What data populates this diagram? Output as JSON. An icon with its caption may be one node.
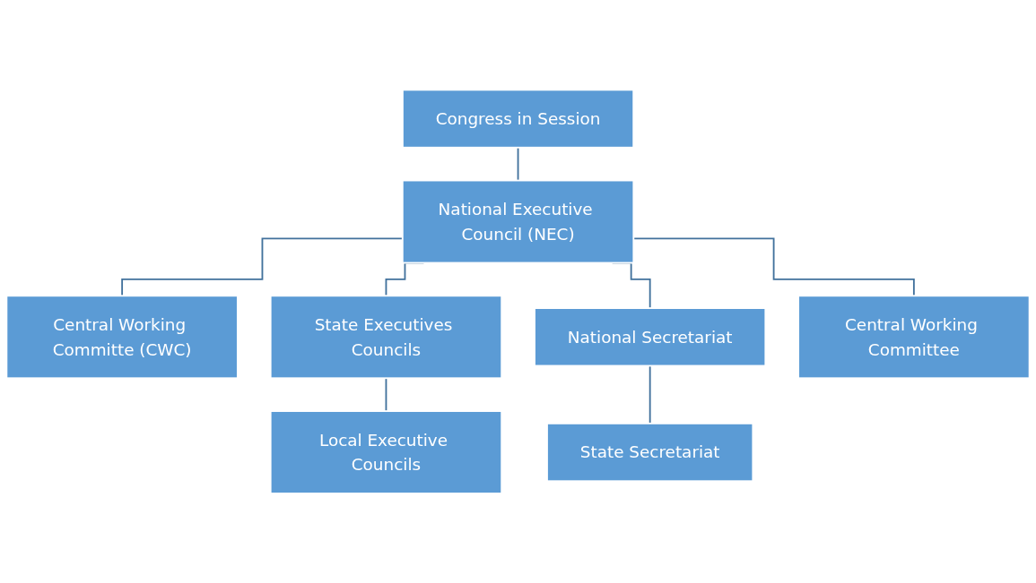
{
  "diagram": {
    "nodes": [
      {
        "text": [
          "Congress in Session"
        ]
      },
      {
        "text": [
          "National Executive Council (NEC)"
        ]
      },
      {
        "text": [
          "Central Working Committe (CWC)"
        ]
      },
      {
        "text": [
          "State Executives Councils"
        ]
      },
      {
        "text": [
          "National Secretariat"
        ]
      },
      {
        "text": [
          "Central Working Committee"
        ]
      },
      {
        "text": [
          "Local Executive Councils"
        ]
      },
      {
        "text": [
          "State Secretariat"
        ]
      }
    ],
    "edges": [
      {
        "from": 0,
        "to": 1,
        "arrow": "none"
      },
      {
        "from": 1,
        "to": 2,
        "arrow": "none"
      },
      {
        "from": 1,
        "to": 3,
        "arrow": "none"
      },
      {
        "from": 1,
        "to": 4,
        "arrow": "none"
      },
      {
        "from": 1,
        "to": 5,
        "arrow": "none"
      },
      {
        "from": 3,
        "to": 6,
        "arrow": "none"
      },
      {
        "from": 4,
        "to": 7,
        "arrow": "none"
      }
    ]
  }
}
